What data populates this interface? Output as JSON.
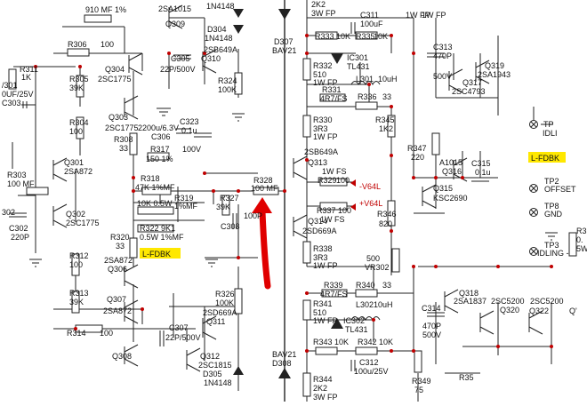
{
  "colors": {
    "wire": "#222222",
    "junction": "#c00000",
    "tag_fill": "#ffe800",
    "annotation_red": "#e00000",
    "rail_label": "#c00000"
  },
  "annotation": {
    "kind": "red-arrow",
    "points_to": "R328"
  },
  "labels": [
    {
      "id": "t1",
      "text": "910 MF 1%"
    },
    {
      "id": "t2",
      "text": "2SA1015"
    },
    {
      "id": "t3",
      "text": "1N4148"
    },
    {
      "id": "t4",
      "text": "Q309"
    },
    {
      "id": "t5",
      "text": "D304"
    },
    {
      "id": "t6",
      "text": "1N4148"
    },
    {
      "id": "t7",
      "text": "2SB649A"
    },
    {
      "id": "t8",
      "text": "R306"
    },
    {
      "id": "t9",
      "text": "100"
    },
    {
      "id": "t10",
      "text": "C305"
    },
    {
      "id": "t11",
      "text": "Q310"
    },
    {
      "id": "t12",
      "text": "Q304"
    },
    {
      "id": "t13",
      "text": "22P/500V"
    },
    {
      "id": "t14",
      "text": "R311"
    },
    {
      "id": "t15",
      "text": "1K"
    },
    {
      "id": "t16",
      "text": "/301"
    },
    {
      "id": "t17",
      "text": "0UF/25V"
    },
    {
      "id": "t18",
      "text": "C303"
    },
    {
      "id": "t19",
      "text": "R305"
    },
    {
      "id": "t20",
      "text": "39K"
    },
    {
      "id": "t21",
      "text": "2SC1775"
    },
    {
      "id": "t22",
      "text": "R324"
    },
    {
      "id": "t23",
      "text": "100K"
    },
    {
      "id": "t24",
      "text": "R304"
    },
    {
      "id": "t25",
      "text": "100"
    },
    {
      "id": "t26",
      "text": "Q303"
    },
    {
      "id": "t27",
      "text": "2SC1775"
    },
    {
      "id": "t28",
      "text": "2200u/6.3V"
    },
    {
      "id": "t29",
      "text": "C323"
    },
    {
      "id": "t30",
      "text": "0.1u"
    },
    {
      "id": "t31",
      "text": "C306"
    },
    {
      "id": "t32",
      "text": "R308"
    },
    {
      "id": "t33",
      "text": "33"
    },
    {
      "id": "t34",
      "text": "R317"
    },
    {
      "id": "t35",
      "text": "150 1%"
    },
    {
      "id": "t36",
      "text": "100V"
    },
    {
      "id": "t37",
      "text": "Q301"
    },
    {
      "id": "t38",
      "text": "2SA872"
    },
    {
      "id": "t39",
      "text": "R303"
    },
    {
      "id": "t40",
      "text": "100 MF"
    },
    {
      "id": "t41",
      "text": "R318"
    },
    {
      "id": "t42",
      "text": "47K 1%MF"
    },
    {
      "id": "t43",
      "text": "R319"
    },
    {
      "id": "t44",
      "text": "1%MF"
    },
    {
      "id": "t45",
      "text": "10K 0.5W"
    },
    {
      "id": "t46",
      "text": "R327"
    },
    {
      "id": "t47",
      "text": "39K"
    },
    {
      "id": "t48",
      "text": "100P"
    },
    {
      "id": "t49",
      "text": "C308"
    },
    {
      "id": "t50",
      "text": "R328"
    },
    {
      "id": "t51",
      "text": "100 MF"
    },
    {
      "id": "t52",
      "text": "302"
    },
    {
      "id": "t53",
      "text": "Q302"
    },
    {
      "id": "t54",
      "text": "2SC1775"
    },
    {
      "id": "t55",
      "text": "R322 9K1"
    },
    {
      "id": "t56",
      "text": "0.5W 1%MF"
    },
    {
      "id": "t57",
      "text": "C302"
    },
    {
      "id": "t58",
      "text": "220P"
    },
    {
      "id": "t59",
      "text": "R320"
    },
    {
      "id": "t60",
      "text": "33"
    },
    {
      "id": "t61",
      "text": "R312"
    },
    {
      "id": "t62",
      "text": "100"
    },
    {
      "id": "t63",
      "text": "2SA872"
    },
    {
      "id": "t64",
      "text": "Q306"
    },
    {
      "id": "t65",
      "text": "L-FDBK"
    },
    {
      "id": "t66",
      "text": "R313"
    },
    {
      "id": "t67",
      "text": "39K"
    },
    {
      "id": "t68",
      "text": "Q307"
    },
    {
      "id": "t69",
      "text": "2SA872"
    },
    {
      "id": "t70",
      "text": "R326"
    },
    {
      "id": "t71",
      "text": "100K"
    },
    {
      "id": "t72",
      "text": "2SD669A"
    },
    {
      "id": "t73",
      "text": "Q311"
    },
    {
      "id": "t74",
      "text": "R314"
    },
    {
      "id": "t75",
      "text": "100"
    },
    {
      "id": "t76",
      "text": "C307"
    },
    {
      "id": "t77",
      "text": "22P/500V"
    },
    {
      "id": "t78",
      "text": "Q308"
    },
    {
      "id": "t79",
      "text": "Q312"
    },
    {
      "id": "t80",
      "text": "2SC1815"
    },
    {
      "id": "t81",
      "text": "D305"
    },
    {
      "id": "t82",
      "text": "1N4148"
    },
    {
      "id": "t83",
      "text": "2K2"
    },
    {
      "id": "t84",
      "text": "3W FP"
    },
    {
      "id": "t85",
      "text": "D307"
    },
    {
      "id": "t86",
      "text": "BAV21"
    },
    {
      "id": "t87",
      "text": "R333 10K"
    },
    {
      "id": "t88",
      "text": "R335"
    },
    {
      "id": "t89",
      "text": "10K"
    },
    {
      "id": "t90",
      "text": "C311"
    },
    {
      "id": "t91",
      "text": "100uF"
    },
    {
      "id": "t92",
      "text": "1W FP"
    },
    {
      "id": "t93",
      "text": "IC301"
    },
    {
      "id": "t94",
      "text": "TL431"
    },
    {
      "id": "t95",
      "text": "R332"
    },
    {
      "id": "t96",
      "text": "510"
    },
    {
      "id": "t97",
      "text": "1W FP"
    },
    {
      "id": "t98",
      "text": "R331"
    },
    {
      "id": "t99",
      "text": "4R7/FS"
    },
    {
      "id": "t100",
      "text": "L301"
    },
    {
      "id": "t101",
      "text": "10uH"
    },
    {
      "id": "t102",
      "text": "R336"
    },
    {
      "id": "t103",
      "text": "33"
    },
    {
      "id": "t104",
      "text": "R330"
    },
    {
      "id": "t105",
      "text": "3R3"
    },
    {
      "id": "t106",
      "text": "1W FP"
    },
    {
      "id": "t107",
      "text": "R345"
    },
    {
      "id": "t108",
      "text": "1K2"
    },
    {
      "id": "t109",
      "text": "2SB649A"
    },
    {
      "id": "t110",
      "text": "Q313"
    },
    {
      "id": "t111",
      "text": "1W FS"
    },
    {
      "id": "t112",
      "text": "R329"
    },
    {
      "id": "t113",
      "text": "100"
    },
    {
      "id": "t114",
      "text": "-V64L"
    },
    {
      "id": "t115",
      "text": "R347"
    },
    {
      "id": "t116",
      "text": "220"
    },
    {
      "id": "t117",
      "text": "A1015"
    },
    {
      "id": "t118",
      "text": "Q316"
    },
    {
      "id": "t119",
      "text": "C315"
    },
    {
      "id": "t120",
      "text": "0.1u"
    },
    {
      "id": "t121",
      "text": "Q315"
    },
    {
      "id": "t122",
      "text": "KSC2690"
    },
    {
      "id": "t123",
      "text": "R337"
    },
    {
      "id": "t124",
      "text": "100"
    },
    {
      "id": "t125",
      "text": "1W FS"
    },
    {
      "id": "t126",
      "text": "+V64L"
    },
    {
      "id": "t127",
      "text": "Q314"
    },
    {
      "id": "t128",
      "text": "2SD669A"
    },
    {
      "id": "t129",
      "text": "R346"
    },
    {
      "id": "t130",
      "text": "820"
    },
    {
      "id": "t131",
      "text": "R338"
    },
    {
      "id": "t132",
      "text": "3R3"
    },
    {
      "id": "t133",
      "text": "1W FP"
    },
    {
      "id": "t134",
      "text": "500"
    },
    {
      "id": "t135",
      "text": "VR302"
    },
    {
      "id": "t136",
      "text": "R339"
    },
    {
      "id": "t137",
      "text": "4R7/FS"
    },
    {
      "id": "t138",
      "text": "R340"
    },
    {
      "id": "t139",
      "text": "33"
    },
    {
      "id": "t140",
      "text": "R341"
    },
    {
      "id": "t141",
      "text": "510"
    },
    {
      "id": "t142",
      "text": "1W FP"
    },
    {
      "id": "t143",
      "text": "L302"
    },
    {
      "id": "t144",
      "text": "10uH"
    },
    {
      "id": "t145",
      "text": "IC302"
    },
    {
      "id": "t146",
      "text": "TL431"
    },
    {
      "id": "t147",
      "text": "R343 10K"
    },
    {
      "id": "t148",
      "text": "R342 10K"
    },
    {
      "id": "t149",
      "text": "C312"
    },
    {
      "id": "t150",
      "text": "100u/25V"
    },
    {
      "id": "t151",
      "text": "BAV21"
    },
    {
      "id": "t152",
      "text": "D308"
    },
    {
      "id": "t153",
      "text": "R344"
    },
    {
      "id": "t154",
      "text": "2K2"
    },
    {
      "id": "t155",
      "text": "3W FP"
    },
    {
      "id": "t156",
      "text": "R349"
    },
    {
      "id": "t157",
      "text": "75"
    },
    {
      "id": "t158",
      "text": "1W FP"
    },
    {
      "id": "t159",
      "text": "C313"
    },
    {
      "id": "t160",
      "text": "470P"
    },
    {
      "id": "t161",
      "text": "500V"
    },
    {
      "id": "t162",
      "text": "Q319"
    },
    {
      "id": "t163",
      "text": "2SA1943"
    },
    {
      "id": "t164",
      "text": "Q317"
    },
    {
      "id": "t165",
      "text": "2SC4793"
    },
    {
      "id": "t166",
      "text": "TP"
    },
    {
      "id": "t167",
      "text": "IDLI"
    },
    {
      "id": "t168",
      "text": "L-FDBK"
    },
    {
      "id": "t169",
      "text": "TP2"
    },
    {
      "id": "t170",
      "text": "OFFSET"
    },
    {
      "id": "t171",
      "text": "TP8"
    },
    {
      "id": "t172",
      "text": "GND"
    },
    {
      "id": "t173",
      "text": "TP3"
    },
    {
      "id": "t174",
      "text": "IDLING -"
    },
    {
      "id": "t175",
      "text": "R3"
    },
    {
      "id": "t176",
      "text": "0."
    },
    {
      "id": "t177",
      "text": "5W"
    },
    {
      "id": "t178",
      "text": "Q318"
    },
    {
      "id": "t179",
      "text": "2SA1837"
    },
    {
      "id": "t180",
      "text": "2SC5200"
    },
    {
      "id": "t181",
      "text": "Q320"
    },
    {
      "id": "t182",
      "text": "2SC5200"
    },
    {
      "id": "t183",
      "text": "Q322"
    },
    {
      "id": "t184",
      "text": "Q'"
    },
    {
      "id": "t185",
      "text": "C314"
    },
    {
      "id": "t186",
      "text": "470P"
    },
    {
      "id": "t187",
      "text": "500V"
    },
    {
      "id": "t188",
      "text": "R35"
    }
  ]
}
